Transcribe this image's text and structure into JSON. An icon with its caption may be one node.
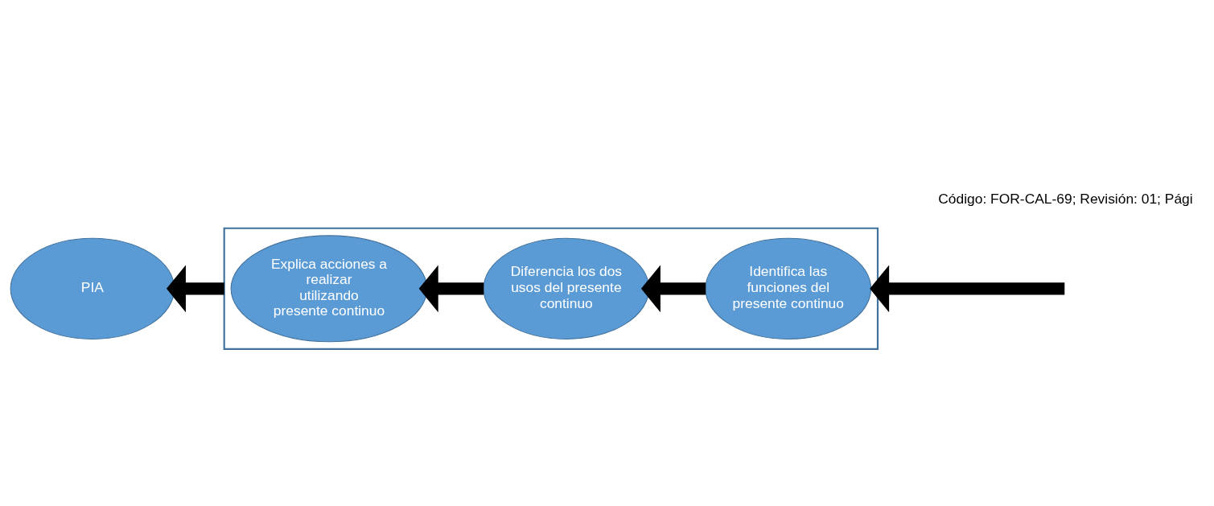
{
  "diagram": {
    "nodes": [
      {
        "text": [],
        "shape": "box"
      },
      {
        "text": [
          "Explica acciones a realizar utilizando presente continuo"
        ],
        "in": 0
      },
      {
        "text": [
          "Diferencia los dos usos del presente continuo"
        ],
        "in": 0
      },
      {
        "text": [
          "Identifica las funciones del presente continuo"
        ],
        "in": 0
      },
      {
        "text": [
          "PIA"
        ]
      }
    ],
    "edges": [
      {
        "from": null,
        "to": 0,
        "arrow": "to"
      },
      {
        "from": 3,
        "to": 2,
        "arrow": "to"
      },
      {
        "from": 2,
        "to": 1,
        "arrow": "to"
      },
      {
        "from": 0,
        "to": 4,
        "arrow": "to"
      }
    ],
    "labels": [
      "Código: FOR-CAL-69; Revisión: 01; Pági"
    ]
  }
}
